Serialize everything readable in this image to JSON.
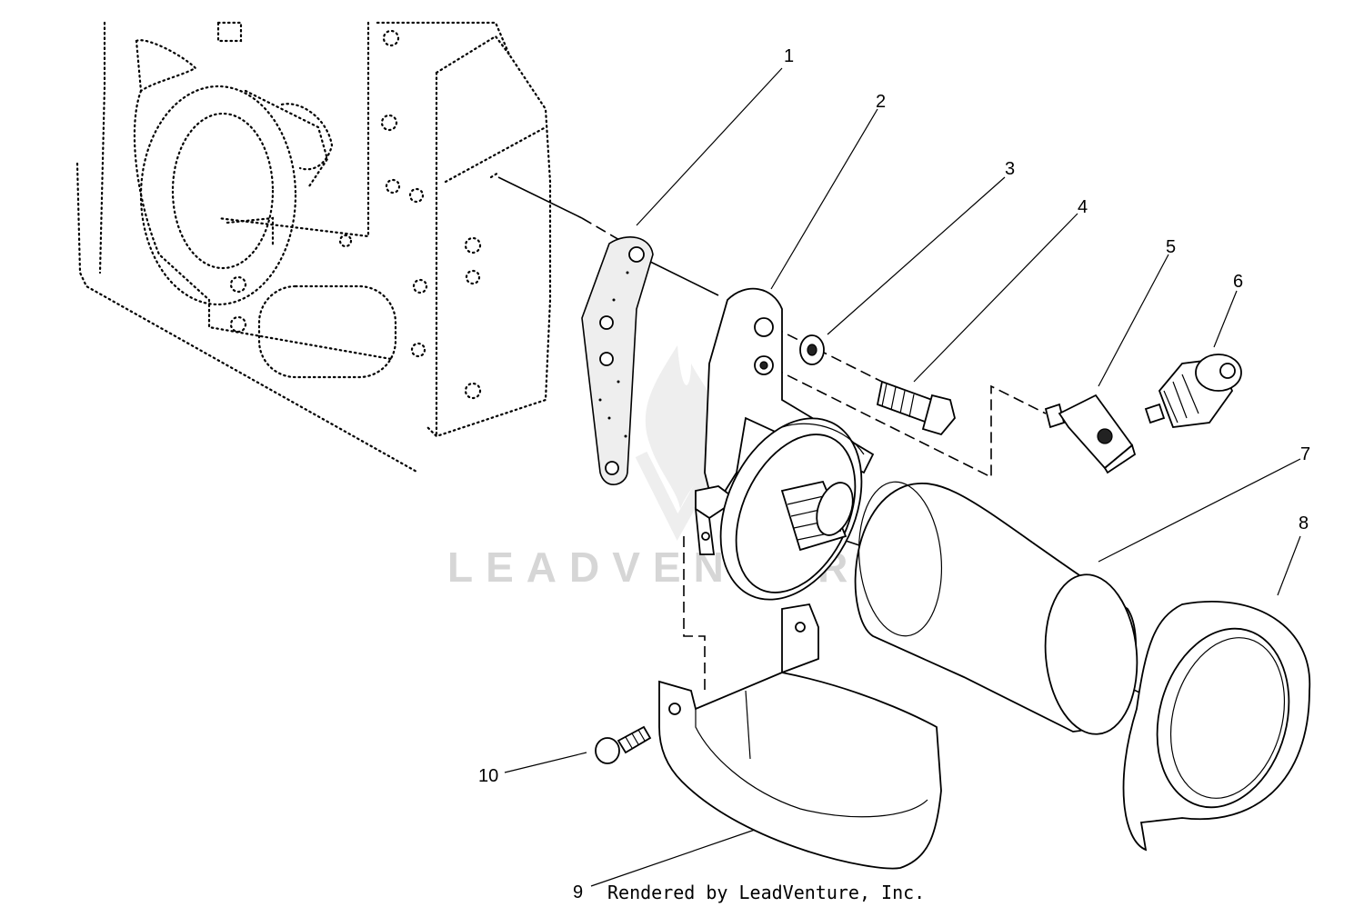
{
  "diagram": {
    "callouts": [
      {
        "label": "1"
      },
      {
        "label": "2"
      },
      {
        "label": "3"
      },
      {
        "label": "4"
      },
      {
        "label": "5"
      },
      {
        "label": "6"
      },
      {
        "label": "7"
      },
      {
        "label": "8"
      },
      {
        "label": "9"
      },
      {
        "label": "10"
      }
    ],
    "watermark": "LEADVENTURE",
    "watermark_icon": "leadventure-flame-logo",
    "credit": "Rendered by LeadVenture, Inc."
  }
}
